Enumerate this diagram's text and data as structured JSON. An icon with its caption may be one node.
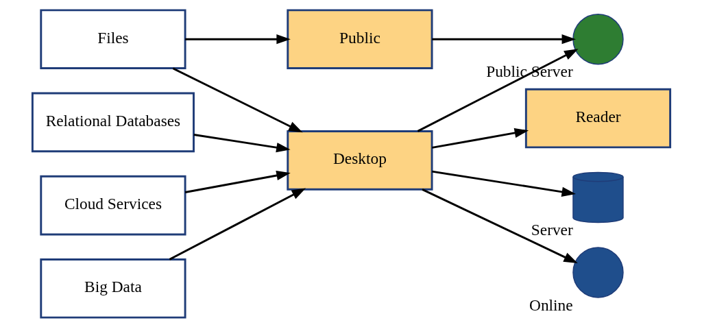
{
  "diagram": {
    "nodes": [
      {
        "text": [
          "Files"
        ]
      },
      {
        "text": [
          "Relational Databases"
        ]
      },
      {
        "text": [
          "Cloud Services"
        ]
      },
      {
        "text": [
          "Big Data"
        ]
      },
      {
        "text": [
          "Public"
        ]
      },
      {
        "text": [
          "Desktop"
        ]
      },
      {
        "text": [],
        "shape": "circle",
        "beside": [
          "Public Server"
        ]
      },
      {
        "text": [
          "Reader"
        ]
      },
      {
        "text": [],
        "shape": "cylinder",
        "beside": [
          "Server"
        ]
      },
      {
        "text": [],
        "shape": "circle",
        "beside": [
          "Online"
        ]
      }
    ],
    "edges": [
      {
        "from": 0,
        "to": 4,
        "arrow": "to"
      },
      {
        "from": 0,
        "to": 5,
        "arrow": "to"
      },
      {
        "from": 1,
        "to": 5,
        "arrow": "to"
      },
      {
        "from": 2,
        "to": 5,
        "arrow": "to"
      },
      {
        "from": 3,
        "to": 5,
        "arrow": "to"
      },
      {
        "from": 4,
        "to": 6,
        "arrow": "to"
      },
      {
        "from": 5,
        "to": 6,
        "arrow": "to"
      },
      {
        "from": 5,
        "to": 7,
        "arrow": "to"
      },
      {
        "from": 5,
        "to": 8,
        "arrow": "to"
      },
      {
        "from": 5,
        "to": 9,
        "arrow": "to"
      }
    ]
  }
}
